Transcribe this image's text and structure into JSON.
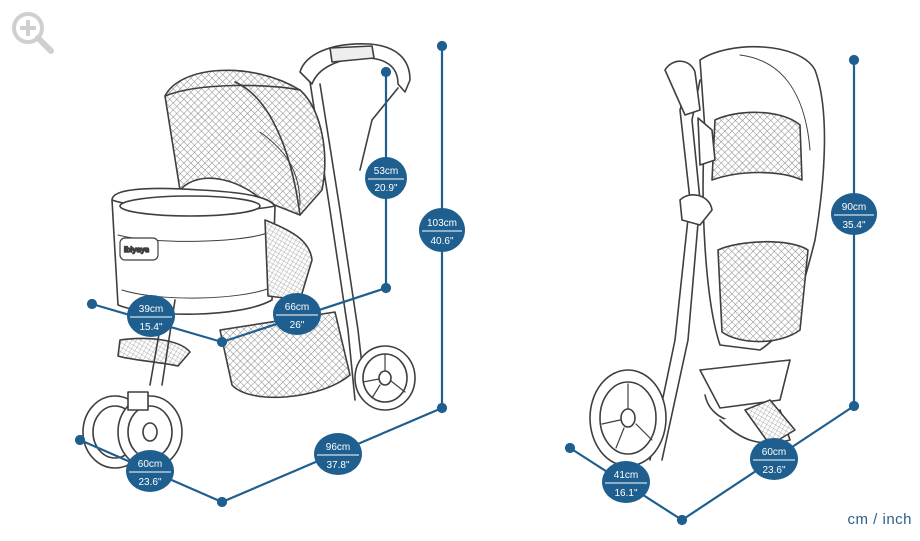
{
  "controls": {
    "zoom_icon": "zoom-in-icon"
  },
  "unit_label": "cm / inch",
  "brand_logo": "ibiyaya",
  "colors": {
    "accent": "#1f5f8f",
    "line": "#3f3f3f",
    "mesh": "#9a9a9a"
  },
  "measurements": {
    "open_handle_height": {
      "metric": "53cm",
      "imperial": "20.9\""
    },
    "open_total_height": {
      "metric": "103cm",
      "imperial": "40.6\""
    },
    "open_inner_depth": {
      "metric": "39cm",
      "imperial": "15.4\""
    },
    "open_inner_length": {
      "metric": "66cm",
      "imperial": "26\""
    },
    "open_width": {
      "metric": "60cm",
      "imperial": "23.6\""
    },
    "open_length": {
      "metric": "96cm",
      "imperial": "37.8\""
    },
    "folded_height": {
      "metric": "90cm",
      "imperial": "35.4\""
    },
    "folded_depth": {
      "metric": "41cm",
      "imperial": "16.1\""
    },
    "folded_width": {
      "metric": "60cm",
      "imperial": "23.6\""
    }
  }
}
